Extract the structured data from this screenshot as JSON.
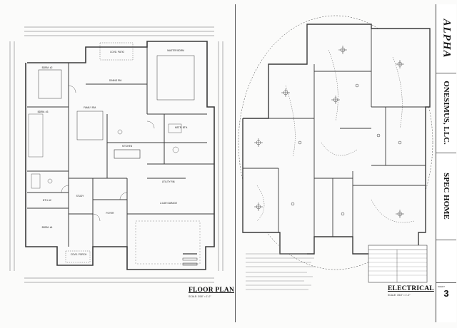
{
  "sheet": {
    "floor_plan_label": "FLOOR PLAN",
    "floor_plan_scale": "SCALE: 3/16\" = 1'-0\"",
    "electrical_label": "ELECTRICAL",
    "electrical_scale": "SCALE: 3/16\" = 1'-0\"",
    "sheet_number": "3",
    "sheet_number_caption": "SHEET"
  },
  "title_block": {
    "company_logo": "ALPHA",
    "client": "ONESIMUS, LLC.",
    "project": "SPEC HOME"
  },
  "rooms": {
    "covered_patio": "COVD. PATIO",
    "master_bedroom": "MASTER BDRM",
    "bedroom_2": "BDRM. #2",
    "dining": "DINING RM.",
    "family_room": "FAMILY RM.",
    "kitchen": "KITCHEN",
    "bedroom_3": "BDRM. #3",
    "bedroom_4": "BDRM. #4",
    "bath_2": "BTH. #2",
    "study": "STUDY",
    "utility": "UTILITY RM.",
    "foyer": "FOYER",
    "garage": "2-CAR GARAGE",
    "covered_porch": "COVD. PORCH",
    "master_bath": "MSTR. BTH."
  },
  "colors": {
    "line": "#3a3a3a",
    "paper": "#fbfbfa"
  }
}
